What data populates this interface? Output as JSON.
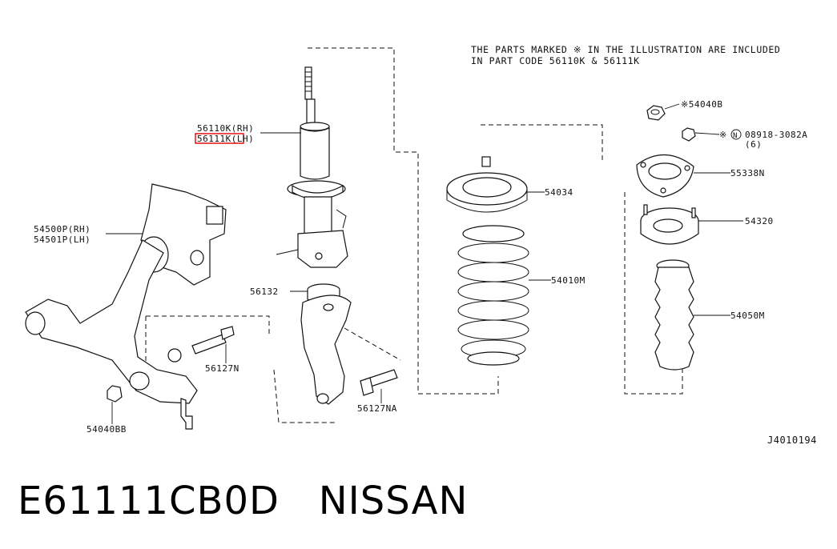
{
  "note": {
    "line1": "THE PARTS MARKED  ※ IN THE ILLUSTRATION ARE INCLUDED",
    "line2": "IN PART CODE 56110K & 56111K"
  },
  "labels": {
    "strut_rh": "56110K(RH)",
    "strut_lh": "56111K(LH)",
    "knuckle_rh": "54500P(RH)",
    "knuckle_lh": "54501P(LH)",
    "bumper_cup": "56132",
    "nut_small": "※54040B",
    "nut_asterisk": "※",
    "nut_code": "N",
    "nut_number": "08918-3082A",
    "nut_qty": "(6)",
    "mount_plate": "55338N",
    "spring_seat": "54034",
    "insulator": "54320",
    "spring": "54010M",
    "bumper_boot": "54050M",
    "bolt_upper": "56127N",
    "bolt_lower": "56127NA",
    "arm_nut": "54040BB",
    "diagram_id": "J4010194"
  },
  "highlight_color": "#e00000",
  "caption": "E61111CB0D   NISSAN"
}
